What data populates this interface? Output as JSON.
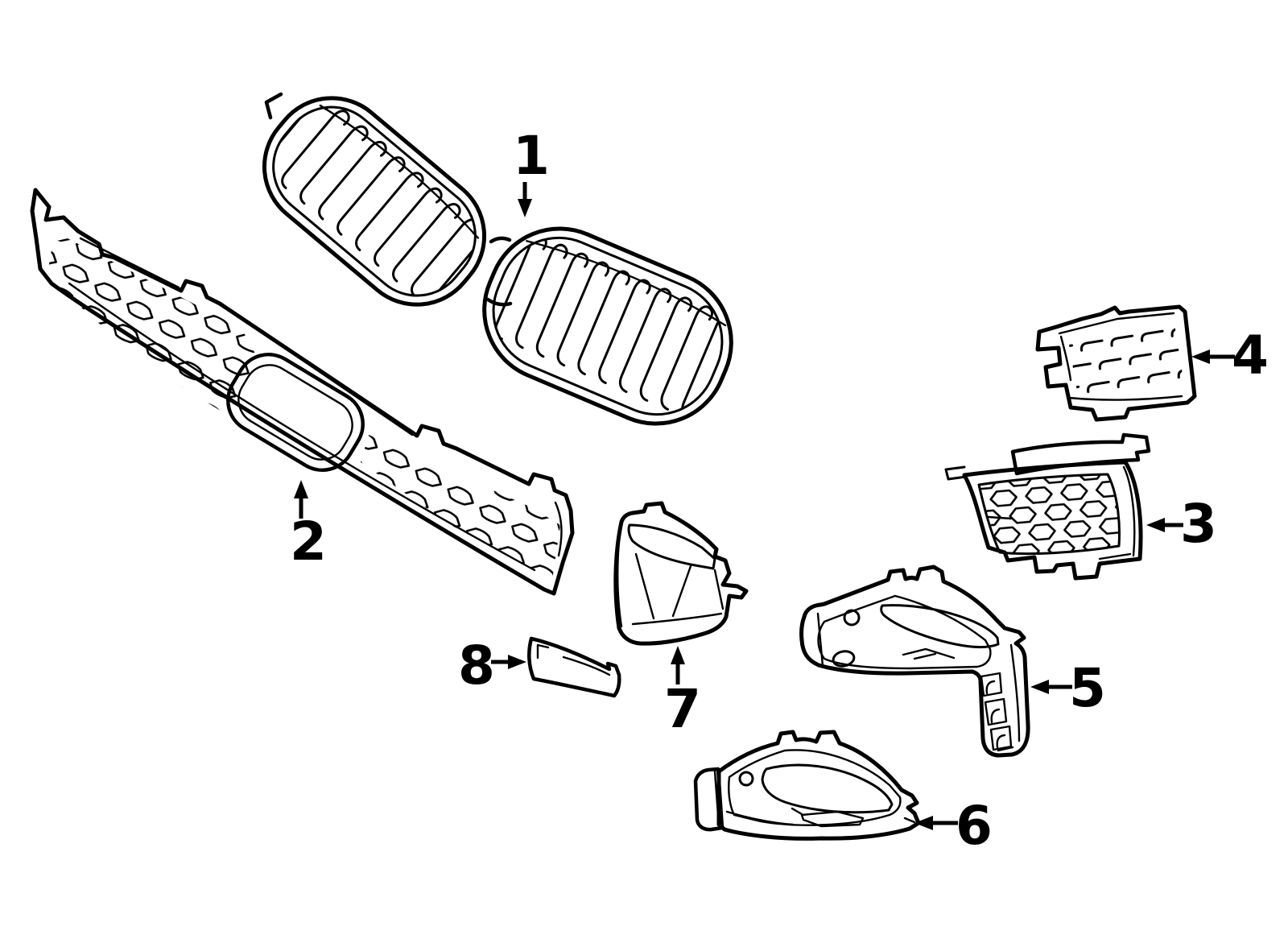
{
  "style": {
    "background": "#ffffff",
    "line_color": "#000000",
    "label_color": "#000000"
  },
  "callouts": [
    {
      "label": "1"
    },
    {
      "label": "2"
    },
    {
      "label": "3"
    },
    {
      "label": "4"
    },
    {
      "label": "5"
    },
    {
      "label": "6"
    },
    {
      "label": "7"
    },
    {
      "label": "8"
    }
  ]
}
